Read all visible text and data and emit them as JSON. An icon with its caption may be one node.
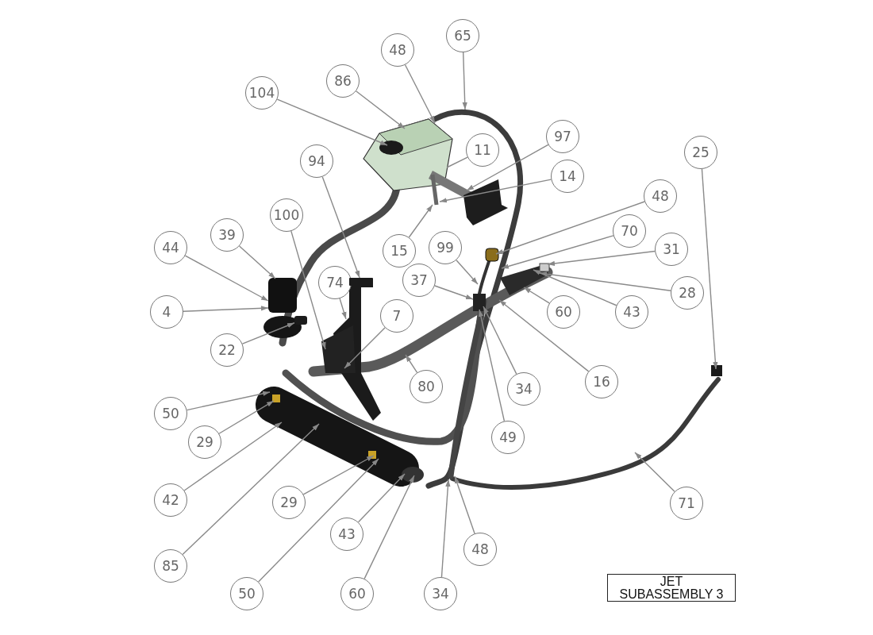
{
  "diagram": {
    "nodes": [
      {
        "text": [
          "65"
        ]
      },
      {
        "text": [
          "48"
        ]
      },
      {
        "text": [
          "86"
        ]
      },
      {
        "text": [
          "104"
        ]
      },
      {
        "text": [
          "97"
        ]
      },
      {
        "text": [
          "11"
        ]
      },
      {
        "text": [
          "25"
        ]
      },
      {
        "text": [
          "94"
        ]
      },
      {
        "text": [
          "14"
        ]
      },
      {
        "text": [
          "48"
        ]
      },
      {
        "text": [
          "100"
        ]
      },
      {
        "text": [
          "70"
        ]
      },
      {
        "text": [
          "39"
        ]
      },
      {
        "text": [
          "99"
        ]
      },
      {
        "text": [
          "15"
        ]
      },
      {
        "text": [
          "44"
        ]
      },
      {
        "text": [
          "31"
        ]
      },
      {
        "text": [
          "74"
        ]
      },
      {
        "text": [
          "37"
        ]
      },
      {
        "text": [
          "28"
        ]
      },
      {
        "text": [
          "4"
        ]
      },
      {
        "text": [
          "60"
        ]
      },
      {
        "text": [
          "43"
        ]
      },
      {
        "text": [
          "7"
        ]
      },
      {
        "text": [
          "22"
        ]
      },
      {
        "text": [
          "80"
        ]
      },
      {
        "text": [
          "16"
        ]
      },
      {
        "text": [
          "34"
        ]
      },
      {
        "text": [
          "50"
        ]
      },
      {
        "text": [
          "49"
        ]
      },
      {
        "text": [
          "29"
        ]
      },
      {
        "text": [
          "42"
        ]
      },
      {
        "text": [
          "29"
        ]
      },
      {
        "text": [
          "71"
        ]
      },
      {
        "text": [
          "43"
        ]
      },
      {
        "text": [
          "48"
        ]
      },
      {
        "text": [
          "85"
        ]
      },
      {
        "text": [
          "50"
        ]
      },
      {
        "text": [
          "60"
        ]
      },
      {
        "text": [
          "34"
        ]
      },
      {
        "text": [
          "JET SUBASSEMBLY 3"
        ]
      },
      {
        "text": [],
        "shape": "bar"
      },
      {
        "text": [],
        "shape": "box"
      }
    ],
    "edges": [
      {
        "from": 0,
        "to": null,
        "arrow": "to"
      },
      {
        "from": 1,
        "to": null,
        "arrow": "to"
      },
      {
        "from": 2,
        "to": null,
        "arrow": "to"
      },
      {
        "from": 3,
        "to": null,
        "arrow": "to"
      },
      {
        "from": 4,
        "to": null,
        "arrow": "to"
      },
      {
        "from": 5,
        "to": null,
        "arrow": "none"
      },
      {
        "from": 6,
        "to": null,
        "arrow": "to"
      },
      {
        "from": 7,
        "to": 41,
        "arrow": "to"
      },
      {
        "from": 8,
        "to": null,
        "arrow": "to"
      },
      {
        "from": 9,
        "to": null,
        "arrow": "to"
      },
      {
        "from": 10,
        "to": null,
        "arrow": "to"
      },
      {
        "from": 11,
        "to": null,
        "arrow": "to"
      },
      {
        "from": 12,
        "to": null,
        "arrow": "to"
      },
      {
        "from": 13,
        "to": null,
        "arrow": "to"
      },
      {
        "from": 14,
        "to": null,
        "arrow": "to"
      },
      {
        "from": 15,
        "to": null,
        "arrow": "to"
      },
      {
        "from": 16,
        "to": null,
        "arrow": "to"
      },
      {
        "from": 17,
        "to": null,
        "arrow": "to"
      },
      {
        "from": 18,
        "to": null,
        "arrow": "to"
      },
      {
        "from": 19,
        "to": null,
        "arrow": "to"
      },
      {
        "from": 20,
        "to": null,
        "arrow": "to"
      },
      {
        "from": 21,
        "to": null,
        "arrow": "to"
      },
      {
        "from": 22,
        "to": null,
        "arrow": "to"
      },
      {
        "from": 23,
        "to": null,
        "arrow": "to"
      },
      {
        "from": 24,
        "to": 42,
        "arrow": "to"
      },
      {
        "from": 25,
        "to": null,
        "arrow": "to"
      },
      {
        "from": 26,
        "to": null,
        "arrow": "to"
      },
      {
        "from": 27,
        "to": null,
        "arrow": "to"
      },
      {
        "from": 28,
        "to": null,
        "arrow": "to"
      },
      {
        "from": 29,
        "to": null,
        "arrow": "to"
      },
      {
        "from": 30,
        "to": null,
        "arrow": "to"
      },
      {
        "from": 31,
        "to": null,
        "arrow": "to"
      },
      {
        "from": 32,
        "to": null,
        "arrow": "to"
      },
      {
        "from": 33,
        "to": null,
        "arrow": "to"
      },
      {
        "from": 34,
        "to": null,
        "arrow": "to"
      },
      {
        "from": 35,
        "to": null,
        "arrow": "to"
      },
      {
        "from": 36,
        "to": null,
        "arrow": "to"
      },
      {
        "from": 37,
        "to": null,
        "arrow": "to"
      },
      {
        "from": 38,
        "to": null,
        "arrow": "to"
      },
      {
        "from": 39,
        "to": null,
        "arrow": "to"
      }
    ]
  }
}
